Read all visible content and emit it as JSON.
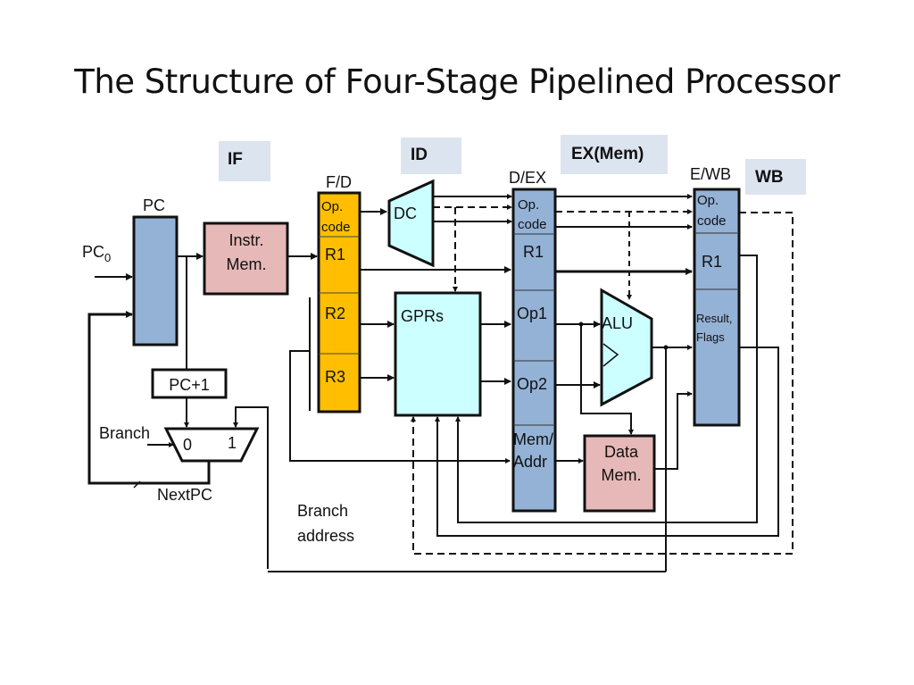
{
  "title": "The Structure of Four-Stage Pipelined Processor",
  "colors": {
    "stage_bg": "#dce4ef",
    "pc_reg": "#94b2d6",
    "pipeline_reg_blue": "#94b2d6",
    "pipeline_reg_orange": "#ffbf00",
    "instr_mem": "#e6b8b7",
    "data_mem": "#e6b8b7",
    "logic_cyan": "#ccffff"
  },
  "stages": {
    "if": "IF",
    "id": "ID",
    "ex": "EX(Mem)",
    "wb": "WB"
  },
  "pc": {
    "label": "PC",
    "input_label": "PC",
    "input_subscript": "0"
  },
  "instr_mem": {
    "line1": "Instr.",
    "line2": "Mem."
  },
  "pc_plus_one": "PC+1",
  "mux": {
    "select_label": "Branch",
    "in0": "0",
    "in1": "1",
    "output_label": "NextPC"
  },
  "branch_address": {
    "line1": "Branch",
    "line2": "address"
  },
  "fd_register": {
    "label": "F/D",
    "fields": {
      "opcode1": "Op.",
      "opcode2": "code",
      "r1": "R1",
      "r2": "R2",
      "r3": "R3"
    }
  },
  "decoder": "DC",
  "gprs": "GPRs",
  "dex_register": {
    "label": "D/EX",
    "fields": {
      "opcode1": "Op.",
      "opcode2": "code",
      "r1": "R1",
      "op1": "Op1",
      "op2": "Op2",
      "memaddr1": "Mem/",
      "memaddr2": "Addr"
    }
  },
  "alu": "ALU",
  "data_mem": {
    "line1": "Data",
    "line2": "Mem."
  },
  "ewb_register": {
    "label": "E/WB",
    "fields": {
      "opcode1": "Op.",
      "opcode2": "code",
      "r1": "R1",
      "result1": "Result,",
      "result2": "Flags"
    }
  }
}
